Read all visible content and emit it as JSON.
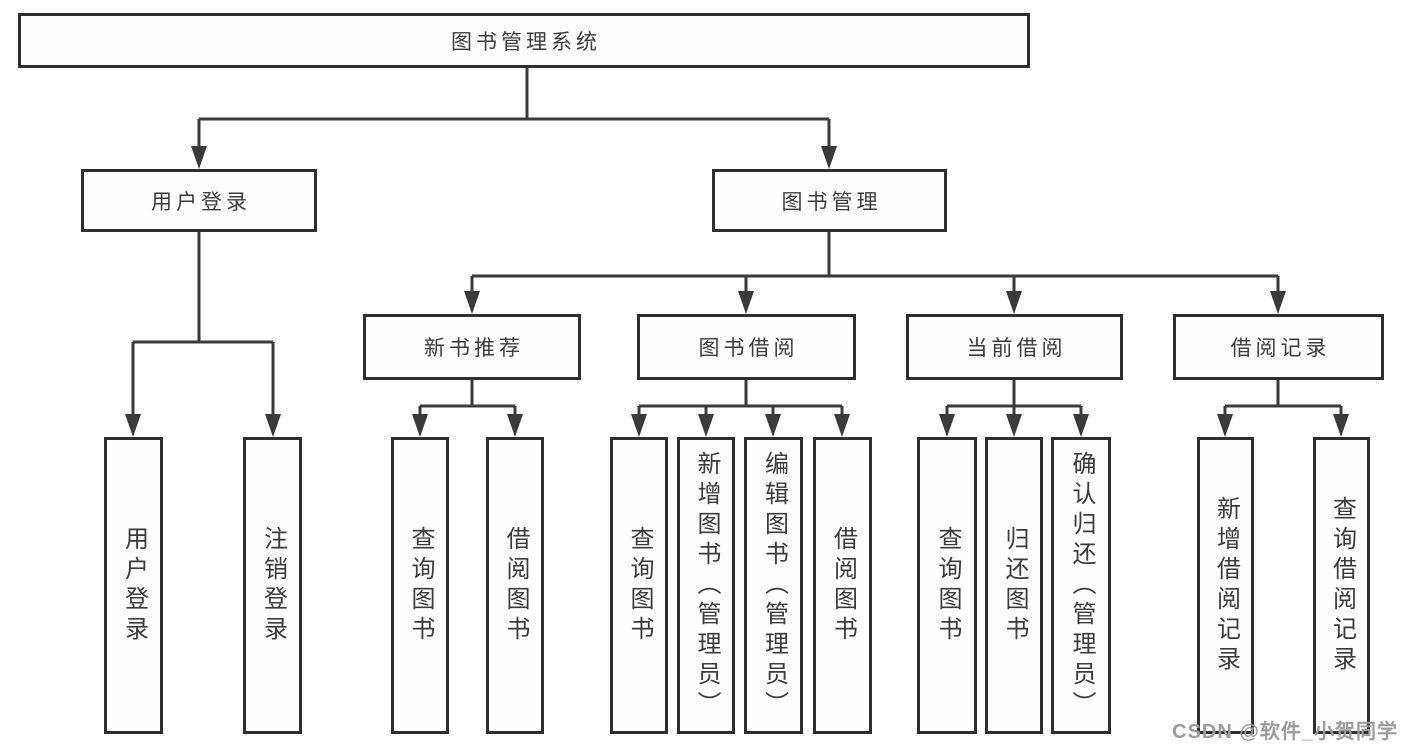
{
  "diagram": {
    "title": "图书管理系统",
    "branches": [
      {
        "label": "用户登录",
        "children": [
          {
            "label": "用户登录"
          },
          {
            "label": "注销登录"
          }
        ]
      },
      {
        "label": "图书管理",
        "children": [
          {
            "label": "新书推荐",
            "children": [
              {
                "label": "查询图书"
              },
              {
                "label": "借阅图书"
              }
            ]
          },
          {
            "label": "图书借阅",
            "children": [
              {
                "label": "查询图书"
              },
              {
                "label": "新增图书（管理员）"
              },
              {
                "label": "编辑图书（管理员）"
              },
              {
                "label": "借阅图书"
              }
            ]
          },
          {
            "label": "当前借阅",
            "children": [
              {
                "label": "查询图书"
              },
              {
                "label": "归还图书"
              },
              {
                "label": "确认归还（管理员）"
              }
            ]
          },
          {
            "label": "借阅记录",
            "children": [
              {
                "label": "新增借阅记录"
              },
              {
                "label": "查询借阅记录"
              }
            ]
          }
        ]
      }
    ],
    "colors": {
      "line": "#3a3a3a",
      "box_border": "#2f2f2f",
      "text": "#3b3b3b",
      "watermark": "#9c9c9c"
    }
  },
  "watermark": {
    "text": "CSDN @软件_小贺同学"
  }
}
